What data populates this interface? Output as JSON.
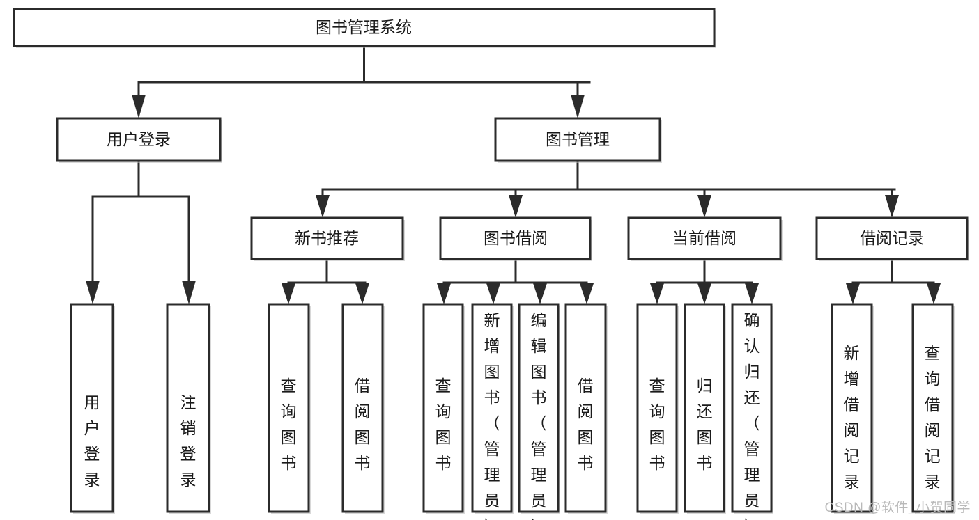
{
  "diagram": {
    "type": "tree-hierarchy-chart",
    "title": "图书管理系统",
    "watermark": "CSDN @软件_小贺同学",
    "background_color": "#ffffff",
    "line_color": "#2b2b2b",
    "box_fill": "#ffffff",
    "levels": [
      {
        "level": 1,
        "nodes": [
          {
            "id": "root",
            "label": "图书管理系统",
            "orientation": "horizontal"
          }
        ]
      },
      {
        "level": 2,
        "nodes": [
          {
            "id": "user-login",
            "label": "用户登录",
            "orientation": "horizontal",
            "parent": "root"
          },
          {
            "id": "book-manage",
            "label": "图书管理",
            "orientation": "horizontal",
            "parent": "root"
          }
        ]
      },
      {
        "level": 3,
        "nodes": [
          {
            "id": "new-book-rec",
            "label": "新书推荐",
            "orientation": "horizontal",
            "parent": "book-manage"
          },
          {
            "id": "book-borrow",
            "label": "图书借阅",
            "orientation": "horizontal",
            "parent": "book-manage"
          },
          {
            "id": "current-borrow",
            "label": "当前借阅",
            "orientation": "horizontal",
            "parent": "book-manage"
          },
          {
            "id": "borrow-record",
            "label": "借阅记录",
            "orientation": "horizontal",
            "parent": "book-manage"
          }
        ]
      },
      {
        "level": 4,
        "nodes": [
          {
            "id": "leaf-user-login",
            "label": "用户登录",
            "orientation": "vertical",
            "parent": "user-login"
          },
          {
            "id": "leaf-user-logout",
            "label": "注销登录",
            "orientation": "vertical",
            "parent": "user-login"
          },
          {
            "id": "leaf-query-book-1",
            "label": "查询图书",
            "orientation": "vertical",
            "parent": "new-book-rec"
          },
          {
            "id": "leaf-borrow-book-1",
            "label": "借阅图书",
            "orientation": "vertical",
            "parent": "new-book-rec"
          },
          {
            "id": "leaf-query-book-2",
            "label": "查询图书",
            "orientation": "vertical",
            "parent": "book-borrow"
          },
          {
            "id": "leaf-add-book",
            "label": "新增图书（管理员）",
            "orientation": "vertical",
            "parent": "book-borrow"
          },
          {
            "id": "leaf-edit-book",
            "label": "编辑图书（管理员）",
            "orientation": "vertical",
            "parent": "book-borrow"
          },
          {
            "id": "leaf-borrow-book-2",
            "label": "借阅图书",
            "orientation": "vertical",
            "parent": "book-borrow"
          },
          {
            "id": "leaf-query-book-3",
            "label": "查询图书",
            "orientation": "vertical",
            "parent": "current-borrow"
          },
          {
            "id": "leaf-return-book",
            "label": "归还图书",
            "orientation": "vertical",
            "parent": "current-borrow"
          },
          {
            "id": "leaf-confirm-return",
            "label": "确认归还（管理员）",
            "orientation": "vertical",
            "parent": "current-borrow"
          },
          {
            "id": "leaf-add-record",
            "label": "新增借阅记录",
            "orientation": "vertical",
            "parent": "borrow-record"
          },
          {
            "id": "leaf-query-record",
            "label": "查询借阅记录",
            "orientation": "vertical",
            "parent": "borrow-record"
          }
        ]
      }
    ]
  }
}
